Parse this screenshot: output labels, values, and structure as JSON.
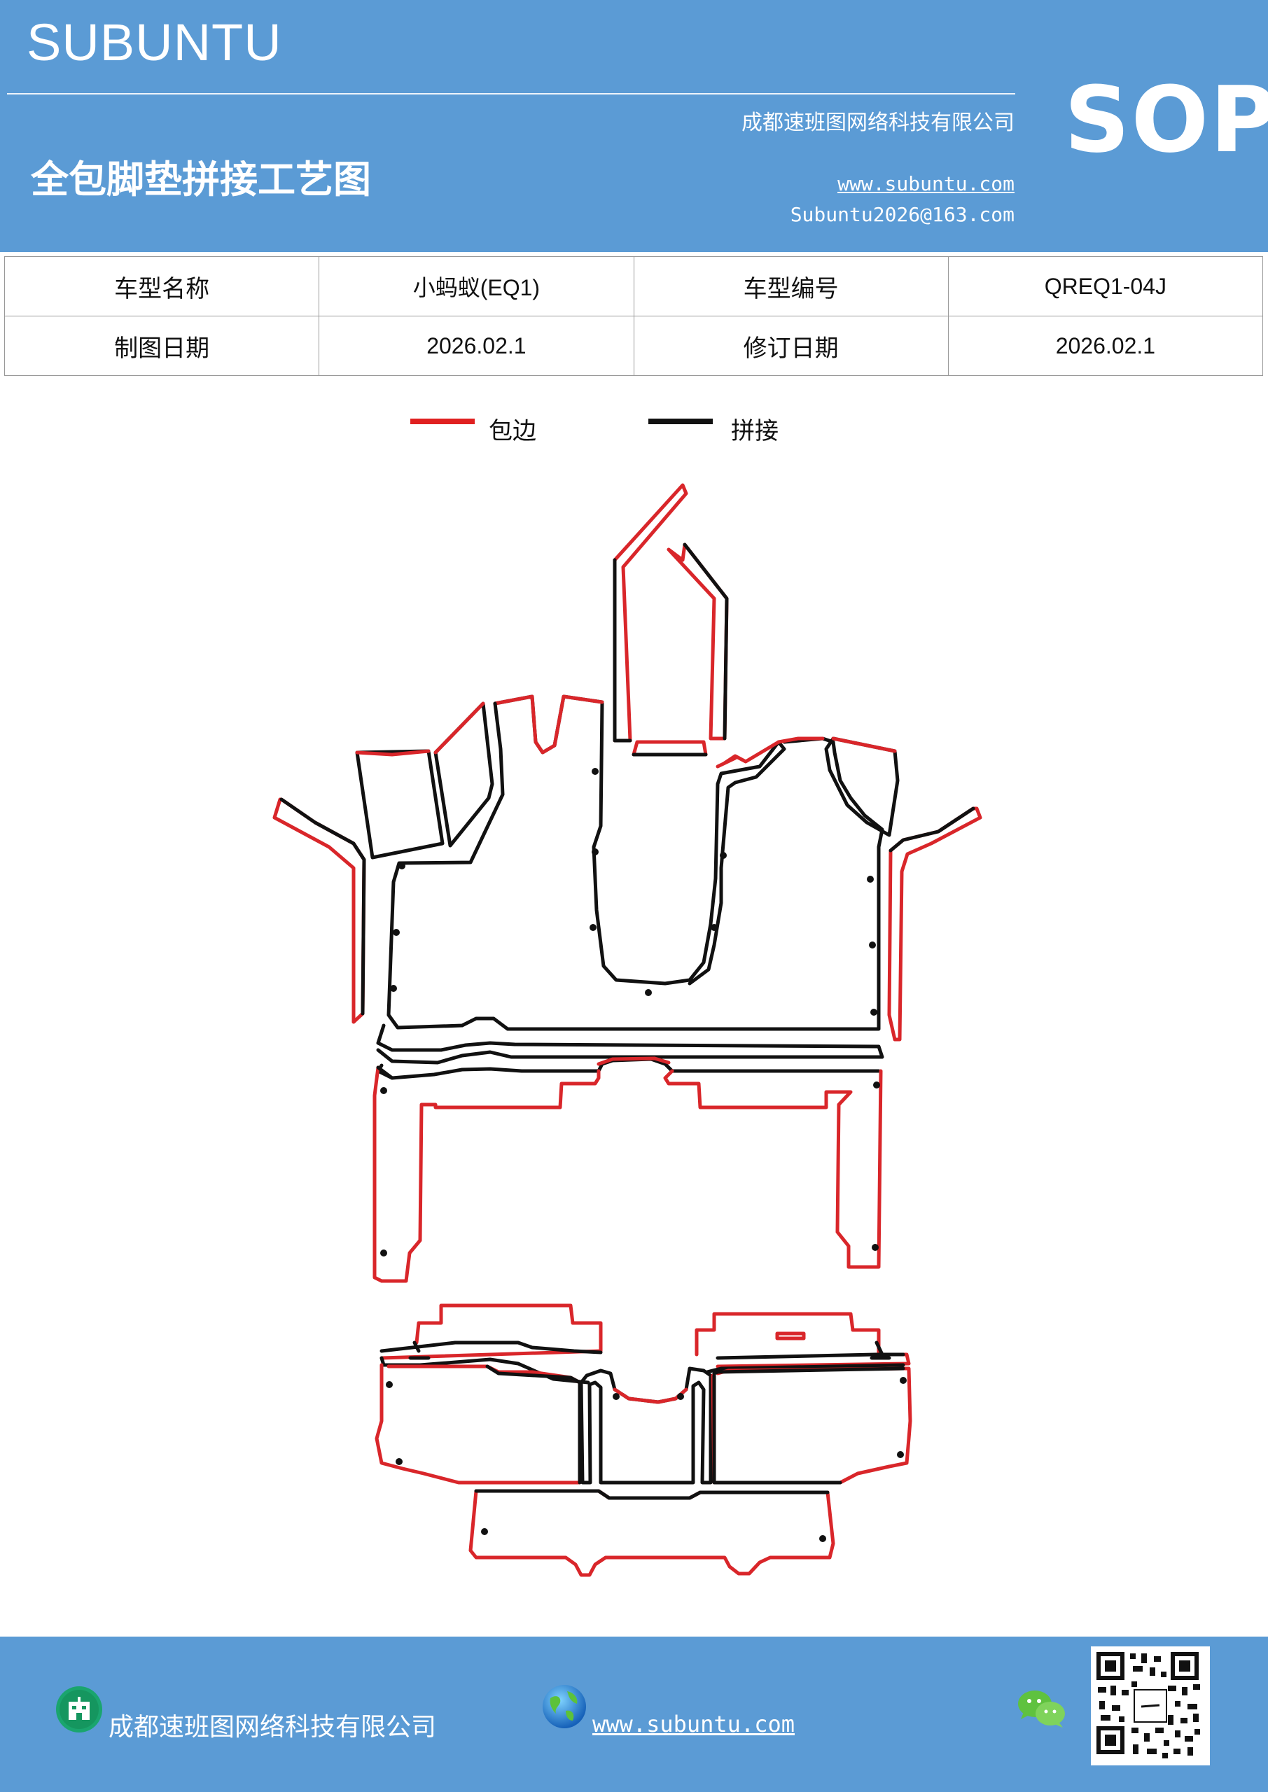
{
  "header": {
    "brand": "SUBUNTU",
    "badge": "SOP",
    "company": "成都速班图网络科技有限公司",
    "title": "全包脚垫拼接工艺图",
    "website": "www.subuntu.com",
    "email": "Subuntu2026@163.com"
  },
  "info_table": {
    "rows": [
      [
        "车型名称",
        "小蚂蚁(EQ1)",
        "车型编号",
        "QREQ1-04J"
      ],
      [
        "制图日期",
        "2026.02.1",
        "修订日期",
        "2026.02.1"
      ]
    ]
  },
  "legend": {
    "items": [
      {
        "label": "包边",
        "color": "#e02020"
      },
      {
        "label": "拼接",
        "color": "#111111"
      }
    ]
  },
  "footer": {
    "company": "成都速班图网络科技有限公司",
    "website": "www.subuntu.com",
    "icons": [
      "building-icon",
      "globe-icon",
      "wechat-icon",
      "qr-code"
    ]
  },
  "colors": {
    "header_bg": "#5b9bd5",
    "edge_red": "#d9262a",
    "seam_black": "#111111"
  }
}
